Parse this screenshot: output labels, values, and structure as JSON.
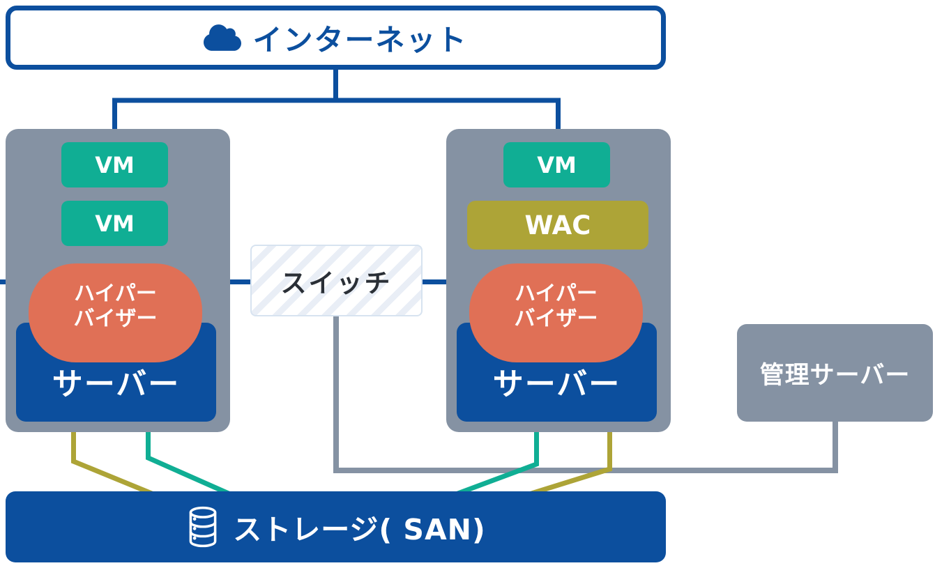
{
  "internet": {
    "label": "インターネット",
    "icon": "cloud-icon"
  },
  "left_server": {
    "vm1": "VM",
    "vm2": "VM",
    "hypervisor": {
      "line1": "ハイパー",
      "line2": "バイザー"
    },
    "server": "サーバー"
  },
  "right_server": {
    "vm1": "VM",
    "wac": "WAC",
    "hypervisor": {
      "line1": "ハイパー",
      "line2": "バイザー"
    },
    "server": "サーバー"
  },
  "switch": {
    "label": "スイッチ"
  },
  "management_server": {
    "label": "管理サーバー"
  },
  "storage": {
    "label": "ストレージ( SAN)",
    "icon": "database-icon"
  },
  "colors": {
    "blue": "#0C4F9E",
    "gray": "#8592A3",
    "teal": "#10AE94",
    "olive": "#ADA437",
    "orange": "#E07056",
    "switch_text": "#2A2F36",
    "switch_hatch": "#E9EEF6"
  }
}
